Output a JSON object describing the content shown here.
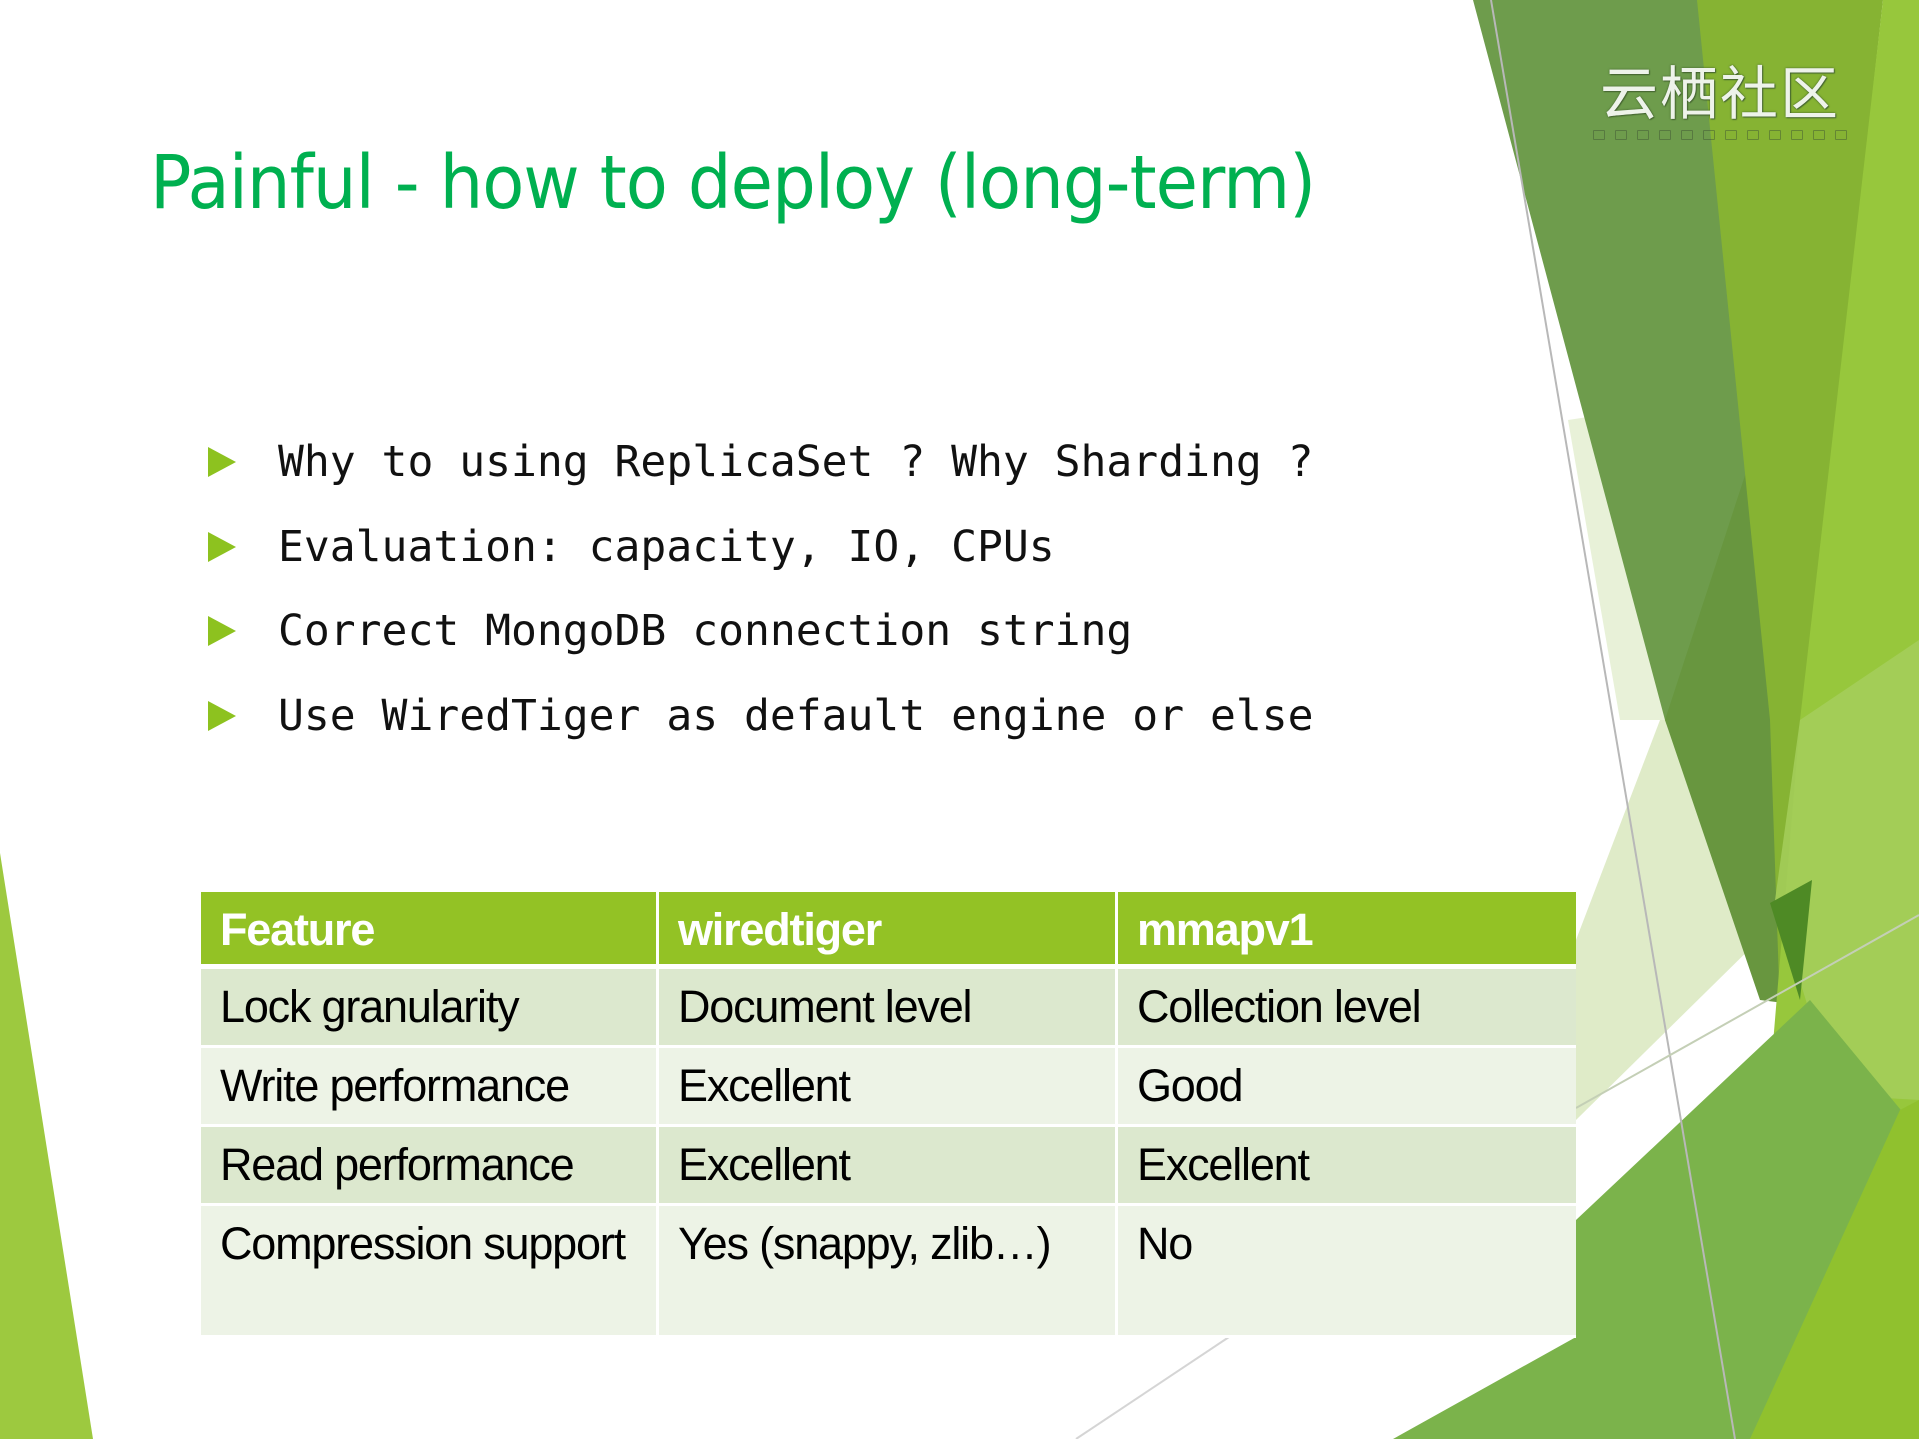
{
  "slide": {
    "title": "Painful - how to deploy (long-term)",
    "logo": {
      "text": "云栖社区"
    },
    "bullets": [
      "Why to using ReplicaSet ? Why Sharding ?",
      "Evaluation: capacity, IO, CPUs",
      "Correct MongoDB connection string",
      "Use WiredTiger as default engine or else"
    ],
    "table": {
      "headers": [
        "Feature",
        "wiredtiger",
        "mmapv1"
      ],
      "rows": [
        [
          "Lock granularity",
          "Document level",
          "Collection level"
        ],
        [
          "Write performance",
          "Excellent",
          "Good"
        ],
        [
          "Read performance",
          "Excellent",
          "Excellent"
        ],
        [
          "Compression support",
          "Yes (snappy, zlib…)",
          "No"
        ]
      ]
    },
    "colors": {
      "title": "#00B050",
      "bullet_arrow": "#8DC21F",
      "table_header": "#93C225",
      "table_row_odd": "#DCE8CE",
      "table_row_even": "#EDF3E6"
    },
    "icons": {
      "bullet": "triangle-right-icon"
    }
  }
}
